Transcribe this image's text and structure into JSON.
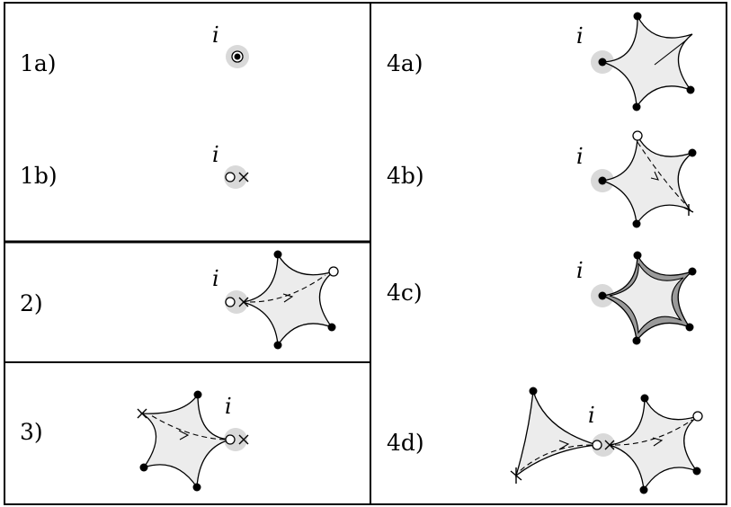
{
  "panels": {
    "p1a": {
      "label": "1a)",
      "vertex": "i"
    },
    "p1b": {
      "label": "1b)",
      "vertex": "i"
    },
    "p2": {
      "label": "2)",
      "vertex": "i"
    },
    "p3": {
      "label": "3)",
      "vertex": "i"
    },
    "p4a": {
      "label": "4a)",
      "vertex": "i"
    },
    "p4b": {
      "label": "4b)",
      "vertex": "i"
    },
    "p4c": {
      "label": "4c)",
      "vertex": "i"
    },
    "p4d": {
      "label": "4d)",
      "vertex": "i"
    }
  },
  "colors": {
    "halo": "#d9d9d9",
    "fill": "#ececec",
    "double_boundary": "#9a9a9a",
    "line": "#000000"
  }
}
